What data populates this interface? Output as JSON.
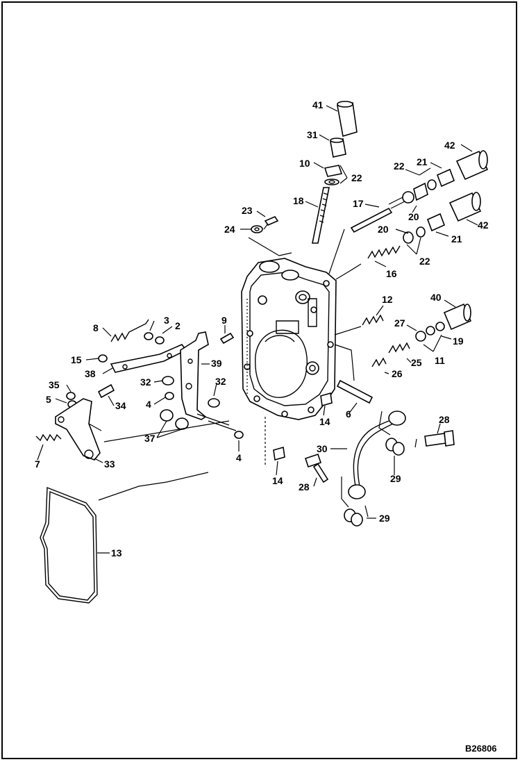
{
  "drawing_code": "B26806",
  "callouts": [
    {
      "id": "c41",
      "text": "41"
    },
    {
      "id": "c31",
      "text": "31"
    },
    {
      "id": "c10",
      "text": "10"
    },
    {
      "id": "c22a",
      "text": "22"
    },
    {
      "id": "c18",
      "text": "18"
    },
    {
      "id": "c23",
      "text": "23"
    },
    {
      "id": "c24",
      "text": "24"
    },
    {
      "id": "c17",
      "text": "17"
    },
    {
      "id": "c22b",
      "text": "22"
    },
    {
      "id": "c21a",
      "text": "21"
    },
    {
      "id": "c42a",
      "text": "42"
    },
    {
      "id": "c20a",
      "text": "20"
    },
    {
      "id": "c20b",
      "text": "20"
    },
    {
      "id": "c42b",
      "text": "42"
    },
    {
      "id": "c21b",
      "text": "21"
    },
    {
      "id": "c22c",
      "text": "22"
    },
    {
      "id": "c16",
      "text": "16"
    },
    {
      "id": "c12",
      "text": "12"
    },
    {
      "id": "c40",
      "text": "40"
    },
    {
      "id": "c27",
      "text": "27"
    },
    {
      "id": "c19",
      "text": "19"
    },
    {
      "id": "c11",
      "text": "11"
    },
    {
      "id": "c25",
      "text": "25"
    },
    {
      "id": "c26",
      "text": "26"
    },
    {
      "id": "c9",
      "text": "9"
    },
    {
      "id": "c8",
      "text": "8"
    },
    {
      "id": "c3",
      "text": "3"
    },
    {
      "id": "c2",
      "text": "2"
    },
    {
      "id": "c15",
      "text": "15"
    },
    {
      "id": "c38",
      "text": "38"
    },
    {
      "id": "c39",
      "text": "39"
    },
    {
      "id": "c32a",
      "text": "32"
    },
    {
      "id": "c32b",
      "text": "32"
    },
    {
      "id": "c35",
      "text": "35"
    },
    {
      "id": "c5",
      "text": "5"
    },
    {
      "id": "c34",
      "text": "34"
    },
    {
      "id": "c4a",
      "text": "4"
    },
    {
      "id": "c37",
      "text": "37"
    },
    {
      "id": "c4b",
      "text": "4"
    },
    {
      "id": "c7",
      "text": "7"
    },
    {
      "id": "c33",
      "text": "33"
    },
    {
      "id": "c14a",
      "text": "14"
    },
    {
      "id": "c6",
      "text": "6"
    },
    {
      "id": "c28a",
      "text": "28"
    },
    {
      "id": "c30",
      "text": "30"
    },
    {
      "id": "c29a",
      "text": "29"
    },
    {
      "id": "c14b",
      "text": "14"
    },
    {
      "id": "c28b",
      "text": "28"
    },
    {
      "id": "c29b",
      "text": "29"
    },
    {
      "id": "c13",
      "text": "13"
    }
  ]
}
